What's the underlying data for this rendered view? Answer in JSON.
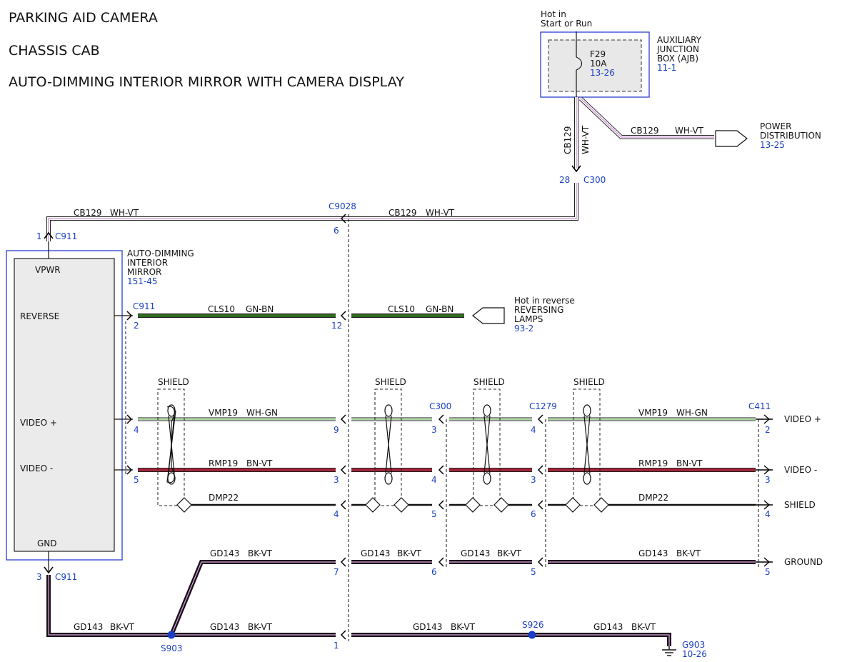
{
  "titles": {
    "line1": "PARKING AID CAMERA",
    "line2": "CHASSIS CAB",
    "line3": "AUTO-DIMMING INTERIOR MIRROR WITH CAMERA DISPLAY"
  },
  "ajb": {
    "hot_line1": "Hot in",
    "hot_line2": "Start or Run",
    "fuse": "F29",
    "fuse_rating": "10A",
    "fuse_ref": "13-26",
    "label1": "AUXILIARY",
    "label2": "JUNCTION",
    "label3": "BOX (AJB)",
    "ref": "11-1"
  },
  "power_distribution": {
    "label1": "POWER",
    "label2": "DISTRIBUTION",
    "ref": "13-25"
  },
  "reversing_lamps": {
    "hot": "Hot in reverse",
    "label1": "REVERSING",
    "label2": "LAMPS",
    "ref": "93-2"
  },
  "mirror": {
    "label1": "AUTO-DIMMING",
    "label2": "INTERIOR",
    "label3": "MIRROR",
    "ref": "151-45",
    "pins": {
      "vpwr": "VPWR",
      "reverse": "REVERSE",
      "video_pos": "VIDEO +",
      "video_neg": "VIDEO -",
      "gnd": "GND"
    }
  },
  "connectors": {
    "c911": "C911",
    "c9028": "C9028",
    "c300": "C300",
    "c1279": "C1279",
    "c411": "C411"
  },
  "pins": {
    "c911_1": "1",
    "c911_2": "2",
    "c911_4": "4",
    "c911_5": "5",
    "c911_3": "3",
    "c9028_6": "6",
    "c9028_12": "12",
    "c9028_9": "9",
    "c9028_3": "3",
    "c9028_4": "4",
    "c9028_7": "7",
    "c9028_1": "1",
    "c300_28": "28",
    "c300_3": "3",
    "c300_4": "4",
    "c300_5": "5",
    "c300_6": "6",
    "c1279_4": "4",
    "c1279_3": "3",
    "c1279_6": "6",
    "c1279_5": "5",
    "c411_2": "2",
    "c411_3": "3",
    "c411_4": "4",
    "c411_5": "5"
  },
  "circuits": {
    "cb129": "CB129",
    "wh_vt": "WH-VT",
    "cls10": "CLS10",
    "gn_bn": "GN-BN",
    "vmp19": "VMP19",
    "wh_gn": "WH-GN",
    "rmp19": "RMP19",
    "bn_vt": "BN-VT",
    "dmp22": "DMP22",
    "gd143": "GD143",
    "bk_vt": "BK-VT"
  },
  "shield_label": "SHIELD",
  "outputs": {
    "video_pos": "VIDEO +",
    "video_neg": "VIDEO -",
    "shield": "SHIELD",
    "ground": "GROUND"
  },
  "splices": {
    "s903": "S903",
    "s926": "S926"
  },
  "ground": {
    "label": "G903",
    "ref": "10-26"
  },
  "colors": {
    "link_blue": "#1a3fc4",
    "wire_wh_vt": "#d9a6df",
    "wire_gn_bn": "#2f6a1f",
    "wire_wh_gn": "#8fd17a",
    "wire_bn_vt": "#a3263a",
    "wire_bk_vt": "#1b0f1a"
  }
}
